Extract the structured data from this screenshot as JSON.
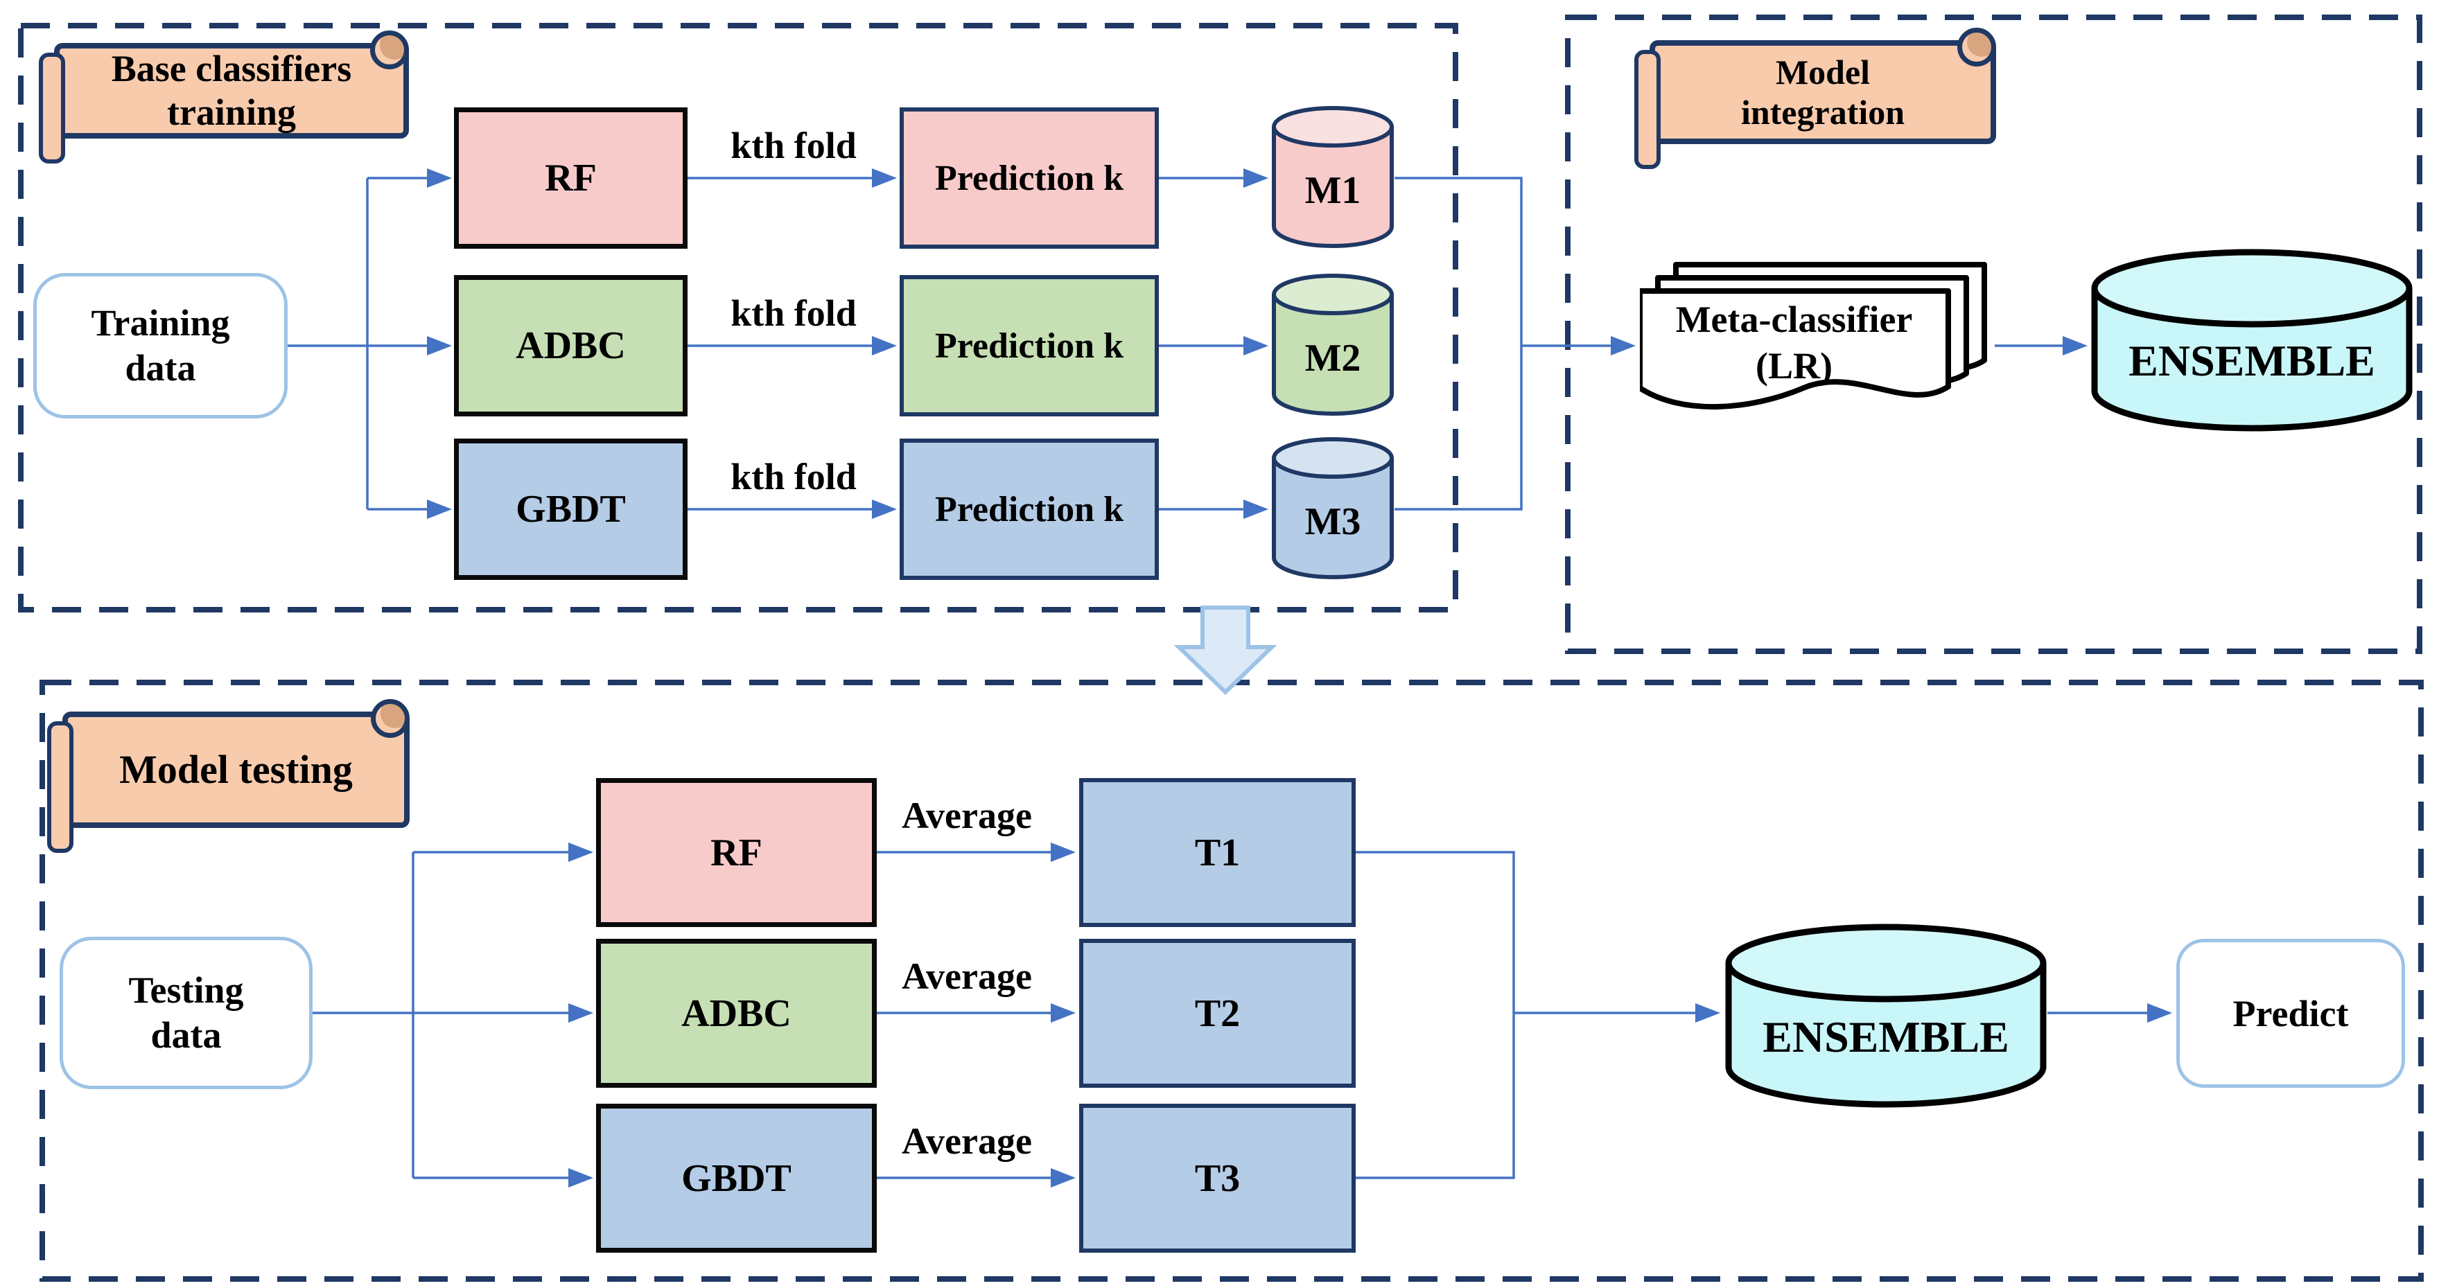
{
  "colors": {
    "panel_border": "#1F3864",
    "arrow": "#4472C4",
    "soft_border": "#9DC3E6",
    "pink_fill": "#F8CBCB",
    "green_fill": "#C6DFB4",
    "blue_fill": "#B4CCE6",
    "peach_banner": "#F8CBAD",
    "cyan_cylinder": "#C9F6F8",
    "hollow_arrow_fill": "#DCE9F7"
  },
  "training_panel": {
    "banner_line1": "Base classifiers",
    "banner_line2": "training",
    "input_line1": "Training",
    "input_line2": "data",
    "rows": [
      {
        "classifier": "RF",
        "edge_label": "kth fold",
        "prediction": "Prediction k",
        "model": "M1"
      },
      {
        "classifier": "ADBC",
        "edge_label": "kth fold",
        "prediction": "Prediction k",
        "model": "M2"
      },
      {
        "classifier": "GBDT",
        "edge_label": "kth fold",
        "prediction": "Prediction k",
        "model": "M3"
      }
    ]
  },
  "integration_panel": {
    "banner_line1": "Model",
    "banner_line2": "integration",
    "meta_line1": "Meta-classifier",
    "meta_line2": "(LR)",
    "ensemble": "ENSEMBLE"
  },
  "testing_panel": {
    "banner": "Model testing",
    "input_line1": "Testing",
    "input_line2": "data",
    "rows": [
      {
        "classifier": "RF",
        "edge_label": "Average",
        "output": "T1"
      },
      {
        "classifier": "ADBC",
        "edge_label": "Average",
        "output": "T2"
      },
      {
        "classifier": "GBDT",
        "edge_label": "Average",
        "output": "T3"
      }
    ],
    "ensemble": "ENSEMBLE",
    "predict": "Predict"
  }
}
